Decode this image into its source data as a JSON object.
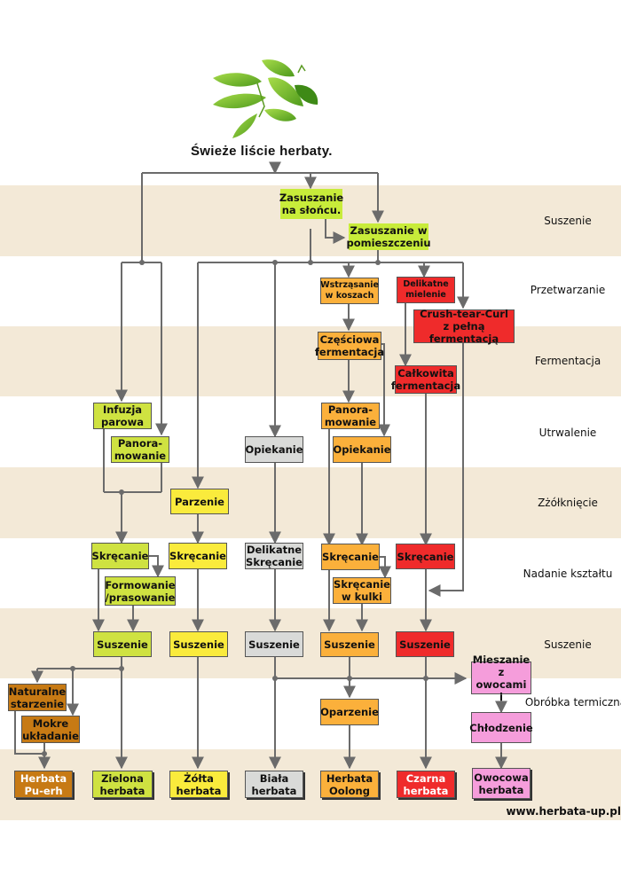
{
  "header": {
    "title": "Świeże liście herbaty.",
    "image": "tea-leaves-icon"
  },
  "stages": [
    "Suszenie",
    "Przetwarzanie",
    "Fermentacja",
    "Utrwalenie",
    "Zżółknięcie",
    "Nadanie kształtu",
    "Suszenie",
    "Obróbka termiczna",
    ""
  ],
  "nodes": {
    "sun_drying": "Zasuszanie na słońcu.",
    "indoor_drying": "Zasuszanie w pomieszczeniu",
    "basket_shaking": "Wstrząsanie w koszach",
    "delicate_grinding": "Delikatne mielenie",
    "ctc": "Crush-tear-Curl z pełną fermentacją",
    "partial_fermentation": "Częściowa fermentacja",
    "full_fermentation": "Całkowita fermentacja",
    "steam_infusion": "Infuzja parowa",
    "pan_firing_green": "Panora-mowanie",
    "roasting_white": "Opiekanie",
    "pan_firing_oolong": "Panora-mowanie",
    "roasting_oolong": "Opiekanie",
    "steaming_yellow": "Parzenie",
    "rolling_green": "Skręcanie",
    "forming_pressing": "Formowanie /prasowanie",
    "rolling_yellow": "Skręcanie",
    "delicate_rolling": "Delikatne Skręcanie",
    "rolling_oolong": "Skręcanie",
    "ball_rolling": "Skręcanie w kulki",
    "rolling_black": "Skręcanie",
    "drying_green": "Suszenie",
    "drying_yellow": "Suszenie",
    "drying_white": "Suszenie",
    "drying_oolong": "Suszenie",
    "drying_black": "Suszenie",
    "natural_aging": "Naturalne starzenie",
    "wet_piling": "Mokre układanie",
    "scalding": "Oparzenie",
    "fruit_mixing": "Mieszanie z owocami i",
    "cooling": "Chłodzenie"
  },
  "teas": {
    "puerh": "Herbata Pu-erh",
    "green": "Zielona herbata",
    "yellow": "Żółta herbata",
    "white": "Biała herbata",
    "oolong": "Herbata Oolong",
    "black": "Czarna herbata",
    "fruit": "Owocowa herbata"
  },
  "footer": {
    "website": "www.herbata-up.pl"
  },
  "colors": {
    "band_beige": "#f3e9d7",
    "lime": "#cfe241",
    "yellow": "#faeb3c",
    "grey": "#d9dad8",
    "orange": "#fbb03b",
    "red": "#ef2b2b",
    "brown": "#c77a14",
    "pink": "#f59ddb",
    "wire": "#6b6b6b"
  }
}
